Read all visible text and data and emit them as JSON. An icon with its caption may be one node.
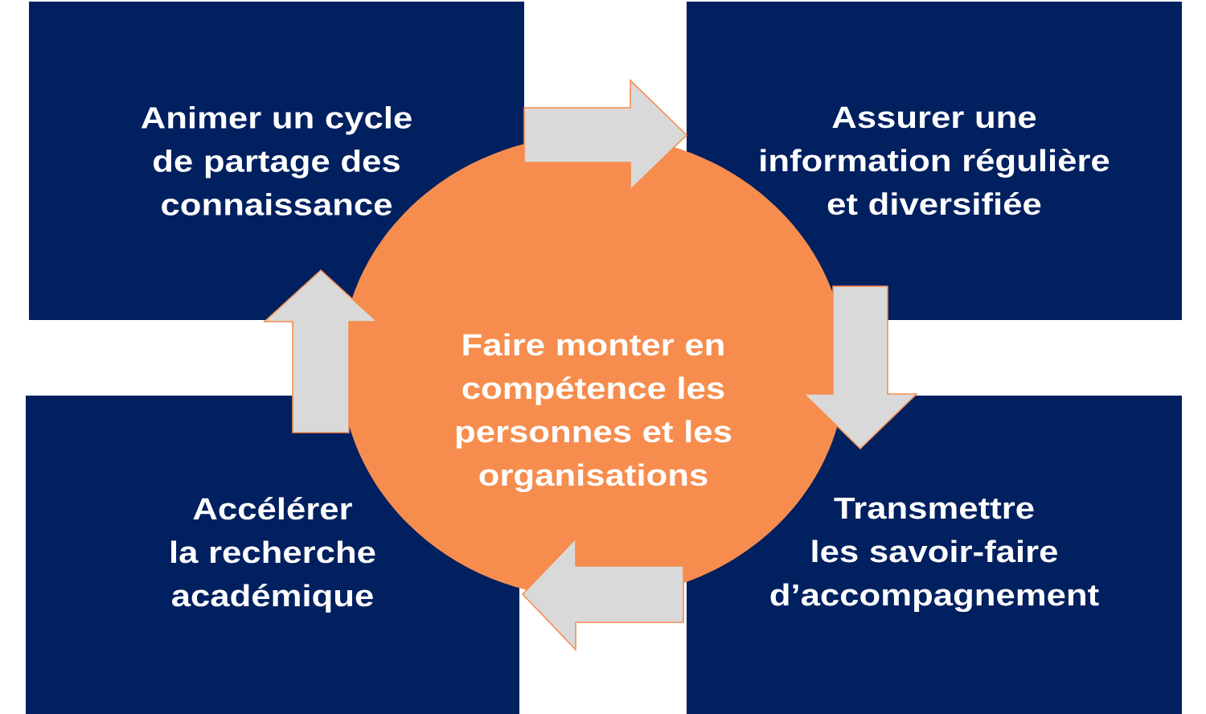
{
  "diagram": {
    "nodes": [
      {
        "text": [
          "Animer un cycle de partage des connaissance"
        ]
      },
      {
        "text": [
          "Assurer une information régulière et diversifiée"
        ]
      },
      {
        "text": [
          "Faire monter en compétence les personnes et les organisations"
        ]
      },
      {
        "text": [
          "Accélérer la recherche académique"
        ]
      },
      {
        "text": [
          "Transmettre les savoir-faire d’accompagnement"
        ]
      }
    ],
    "edges": [
      {
        "from": 0,
        "to": 1,
        "arrow": "to"
      },
      {
        "from": 1,
        "to": 4,
        "arrow": "to"
      },
      {
        "from": 4,
        "to": 3,
        "arrow": "to"
      },
      {
        "from": 3,
        "to": 0,
        "arrow": "to"
      }
    ]
  }
}
